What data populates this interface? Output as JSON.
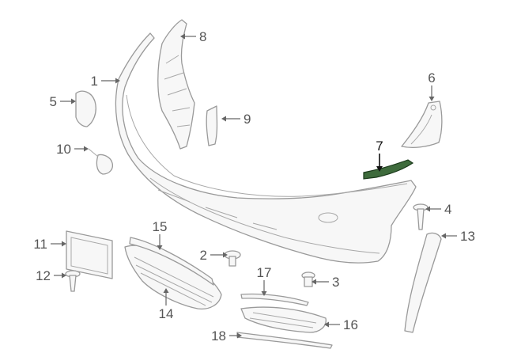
{
  "diagram": {
    "highlight_color": "#3e6b3c",
    "line_color": "#9a9a9a",
    "callouts": [
      {
        "id": "1",
        "label": "1"
      },
      {
        "id": "2",
        "label": "2"
      },
      {
        "id": "3",
        "label": "3"
      },
      {
        "id": "4",
        "label": "4"
      },
      {
        "id": "5",
        "label": "5"
      },
      {
        "id": "6",
        "label": "6"
      },
      {
        "id": "7",
        "label": "7",
        "highlighted": true
      },
      {
        "id": "8",
        "label": "8"
      },
      {
        "id": "9",
        "label": "9"
      },
      {
        "id": "10",
        "label": "10"
      },
      {
        "id": "11",
        "label": "11"
      },
      {
        "id": "12",
        "label": "12"
      },
      {
        "id": "13",
        "label": "13"
      },
      {
        "id": "14",
        "label": "14"
      },
      {
        "id": "15",
        "label": "15"
      },
      {
        "id": "16",
        "label": "16"
      },
      {
        "id": "17",
        "label": "17"
      },
      {
        "id": "18",
        "label": "18"
      }
    ]
  }
}
